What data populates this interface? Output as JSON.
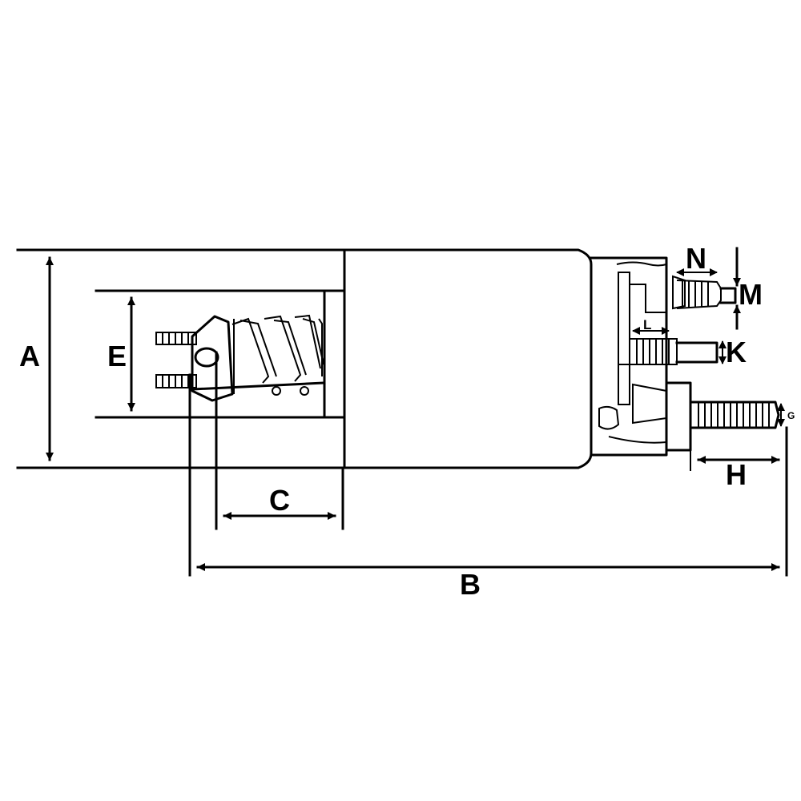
{
  "labels": {
    "A": "A",
    "B": "B",
    "C": "C",
    "E": "E",
    "G": "G",
    "H": "H",
    "K": "K",
    "L": "L",
    "M": "M",
    "N": "N"
  }
}
